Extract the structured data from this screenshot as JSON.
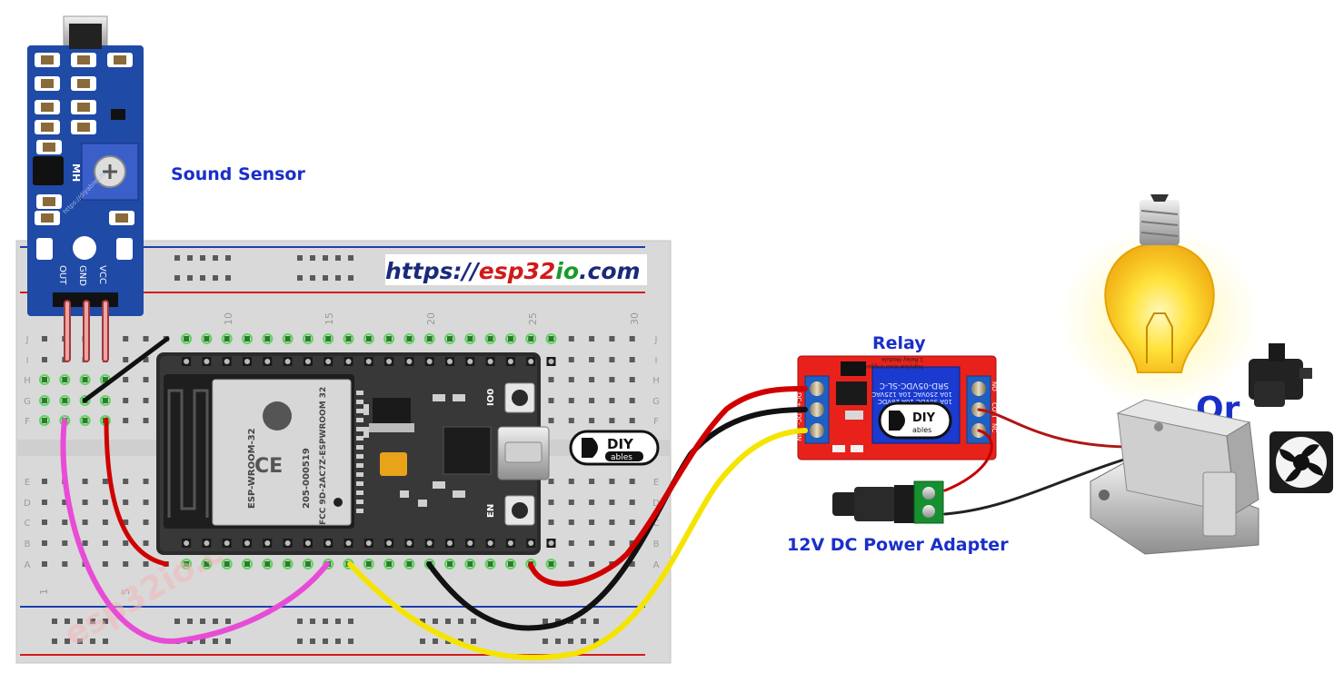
{
  "labels": {
    "sound_sensor": "Sound Sensor",
    "relay": "Relay",
    "power_adapter": "12V DC Power Adapter",
    "or": "Or"
  },
  "url": {
    "prefix": "https://",
    "domain_red": "esp32",
    "domain_green": "io",
    "suffix": ".com"
  },
  "watermark": "esp32io.com",
  "sensor_pins": [
    "OUT",
    "GND",
    "VCC"
  ],
  "sensor_text": {
    "mh": "MH",
    "site": "https://diyables.io"
  },
  "breadboard": {
    "col_numbers": [
      "1",
      "5",
      "10",
      "15",
      "20",
      "25",
      "30"
    ],
    "row_letters_top": [
      "J",
      "I",
      "H",
      "G",
      "F"
    ],
    "row_letters_bottom": [
      "E",
      "D",
      "C",
      "B",
      "A"
    ]
  },
  "esp32": {
    "module_lines": [
      "ESP-WROOM-32",
      "205-000519",
      "FCC 9D-2AC7Z-ESPWROOM 32"
    ],
    "buttons": [
      "IO0",
      "EN"
    ]
  },
  "relay_text": {
    "model": "SRD-05VDC-SL-C",
    "ratings": [
      "10A 250VAC 10A 125VAC",
      "10A 30VDC 10A 28VDC"
    ],
    "title": "1 Relay Module",
    "trigger": "high/low level trigger",
    "pins_left": [
      "DC+",
      "DC-",
      "IN"
    ],
    "pins_right": [
      "NO",
      "COM",
      "NC"
    ]
  },
  "logo_text": {
    "diy": "DIY",
    "ables": "ables"
  },
  "colors": {
    "wire_red": "#d10000",
    "wire_black": "#111111",
    "wire_yellow": "#f5e400",
    "wire_magenta": "#e84bd6",
    "label_blue": "#1a2fc9",
    "relay_red": "#e8221b",
    "sensor_blue": "#1f4aa6"
  }
}
